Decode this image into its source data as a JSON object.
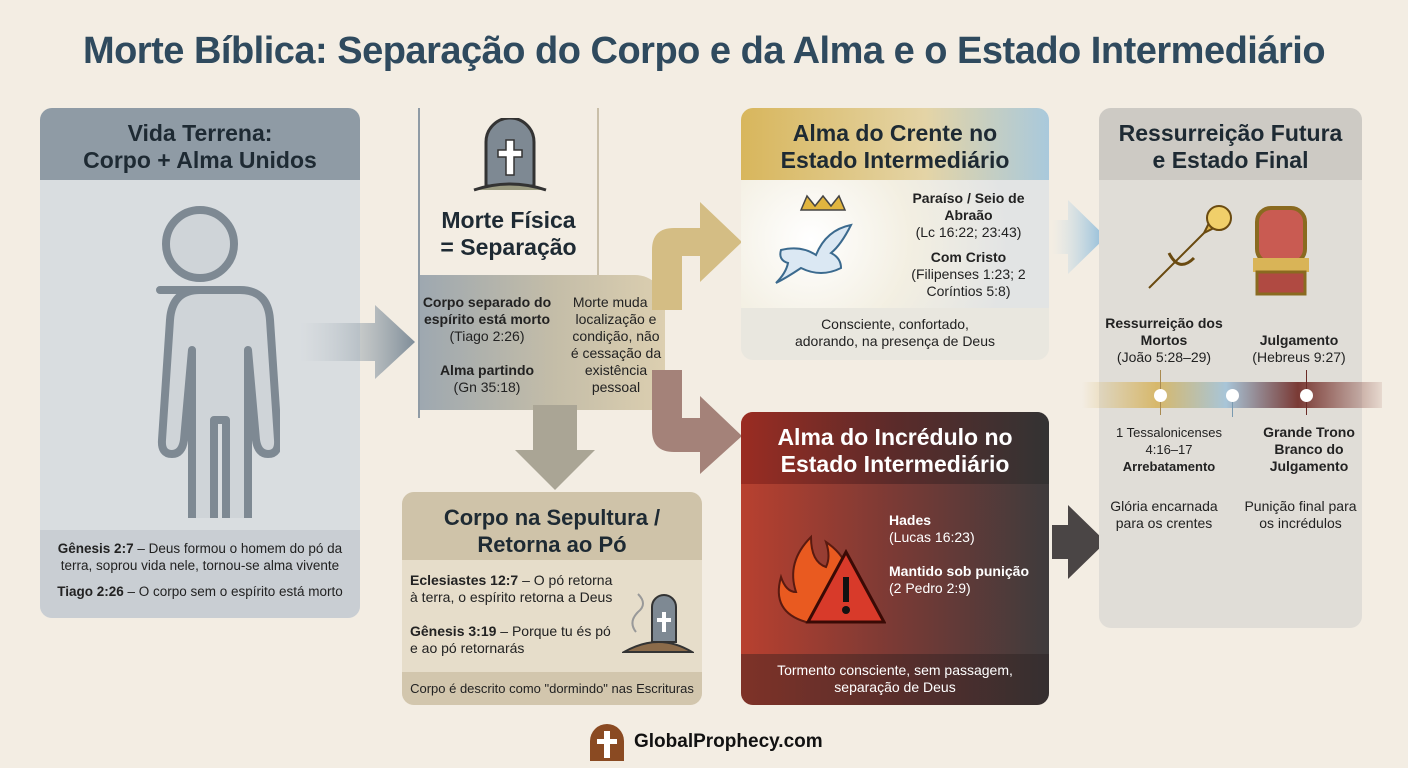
{
  "title": "Morte Bíblica: Separação do Corpo e da Alma e o Estado Intermediário",
  "vida": {
    "title_1": "Vida Terrena:",
    "title_2": "Corpo + Alma Unidos",
    "ref1_bold": "Gênesis 2:7",
    "ref1_text": " – Deus formou o homem do pó da terra, soprou vida nele, tornou-se alma vivente",
    "ref2_bold": "Tiago 2:26",
    "ref2_text": " – O corpo sem o espírito está morto"
  },
  "morte": {
    "title_1": "Morte Física",
    "title_2": "= Separação",
    "left_bold": "Corpo separado do espírito está morto",
    "left_ref": " (Tiago 2:26)",
    "left2_bold": "Alma partindo",
    "left2_ref": "(Gn 35:18)",
    "right": "Morte muda a localização e condição, não é cessação da existência pessoal"
  },
  "sepultura": {
    "title_1": "Corpo na Sepultura /",
    "title_2": "Retorna ao Pó",
    "ref1_bold": "Eclesiastes 12:7",
    "ref1_text": " – O pó retorna à terra, o espírito retorna a Deus",
    "ref2_bold": "Gênesis 3:19",
    "ref2_text": " – Porque tu és pó e ao pó retornarás",
    "footer": "Corpo é descrito como \"dormindo\" nas Escrituras"
  },
  "crente": {
    "title_1": "Alma do Crente no",
    "title_2": "Estado Intermediário",
    "item1_bold": "Paraíso / Seio de Abraão",
    "item1_ref": "(Lc 16:22; 23:43)",
    "item2_bold": "Com Cristo",
    "item2_ref": "(Filipenses 1:23; 2 Coríntios 5:8)",
    "footer": "Consciente, confortado, adorando, na presença de Deus"
  },
  "incredulo": {
    "title_1": "Alma do Incrédulo no",
    "title_2": "Estado Intermediário",
    "item1_bold": "Hades",
    "item1_ref": "(Lucas 16:23)",
    "item2_bold": "Mantido sob punição",
    "item2_ref": "(2 Pedro 2:9)",
    "footer": "Tormento consciente, sem passagem, separação de Deus"
  },
  "final": {
    "title_1": "Ressurreição Futura",
    "title_2": "e Estado Final",
    "res_bold": "Ressurreição dos Mortos",
    "res_ref": "(João 5:28–29)",
    "jul_bold": "Julgamento",
    "jul_ref": "(Hebreus 9:27)",
    "tes_ref": "1 Tessalonicenses 4:16–17",
    "arr_bold": "Arrebatamento",
    "trono_bold": "Grande Trono Branco do Julgamento",
    "gloria": "Glória encarnada para os crentes",
    "punicao": "Punição final para os incrédulos"
  },
  "logo": {
    "text": "GlobalProphecy.com"
  },
  "colors": {
    "title": "#2f4a5e",
    "gold": "#d9b457",
    "blue": "#9cc3dd",
    "red": "#8e2a22"
  }
}
